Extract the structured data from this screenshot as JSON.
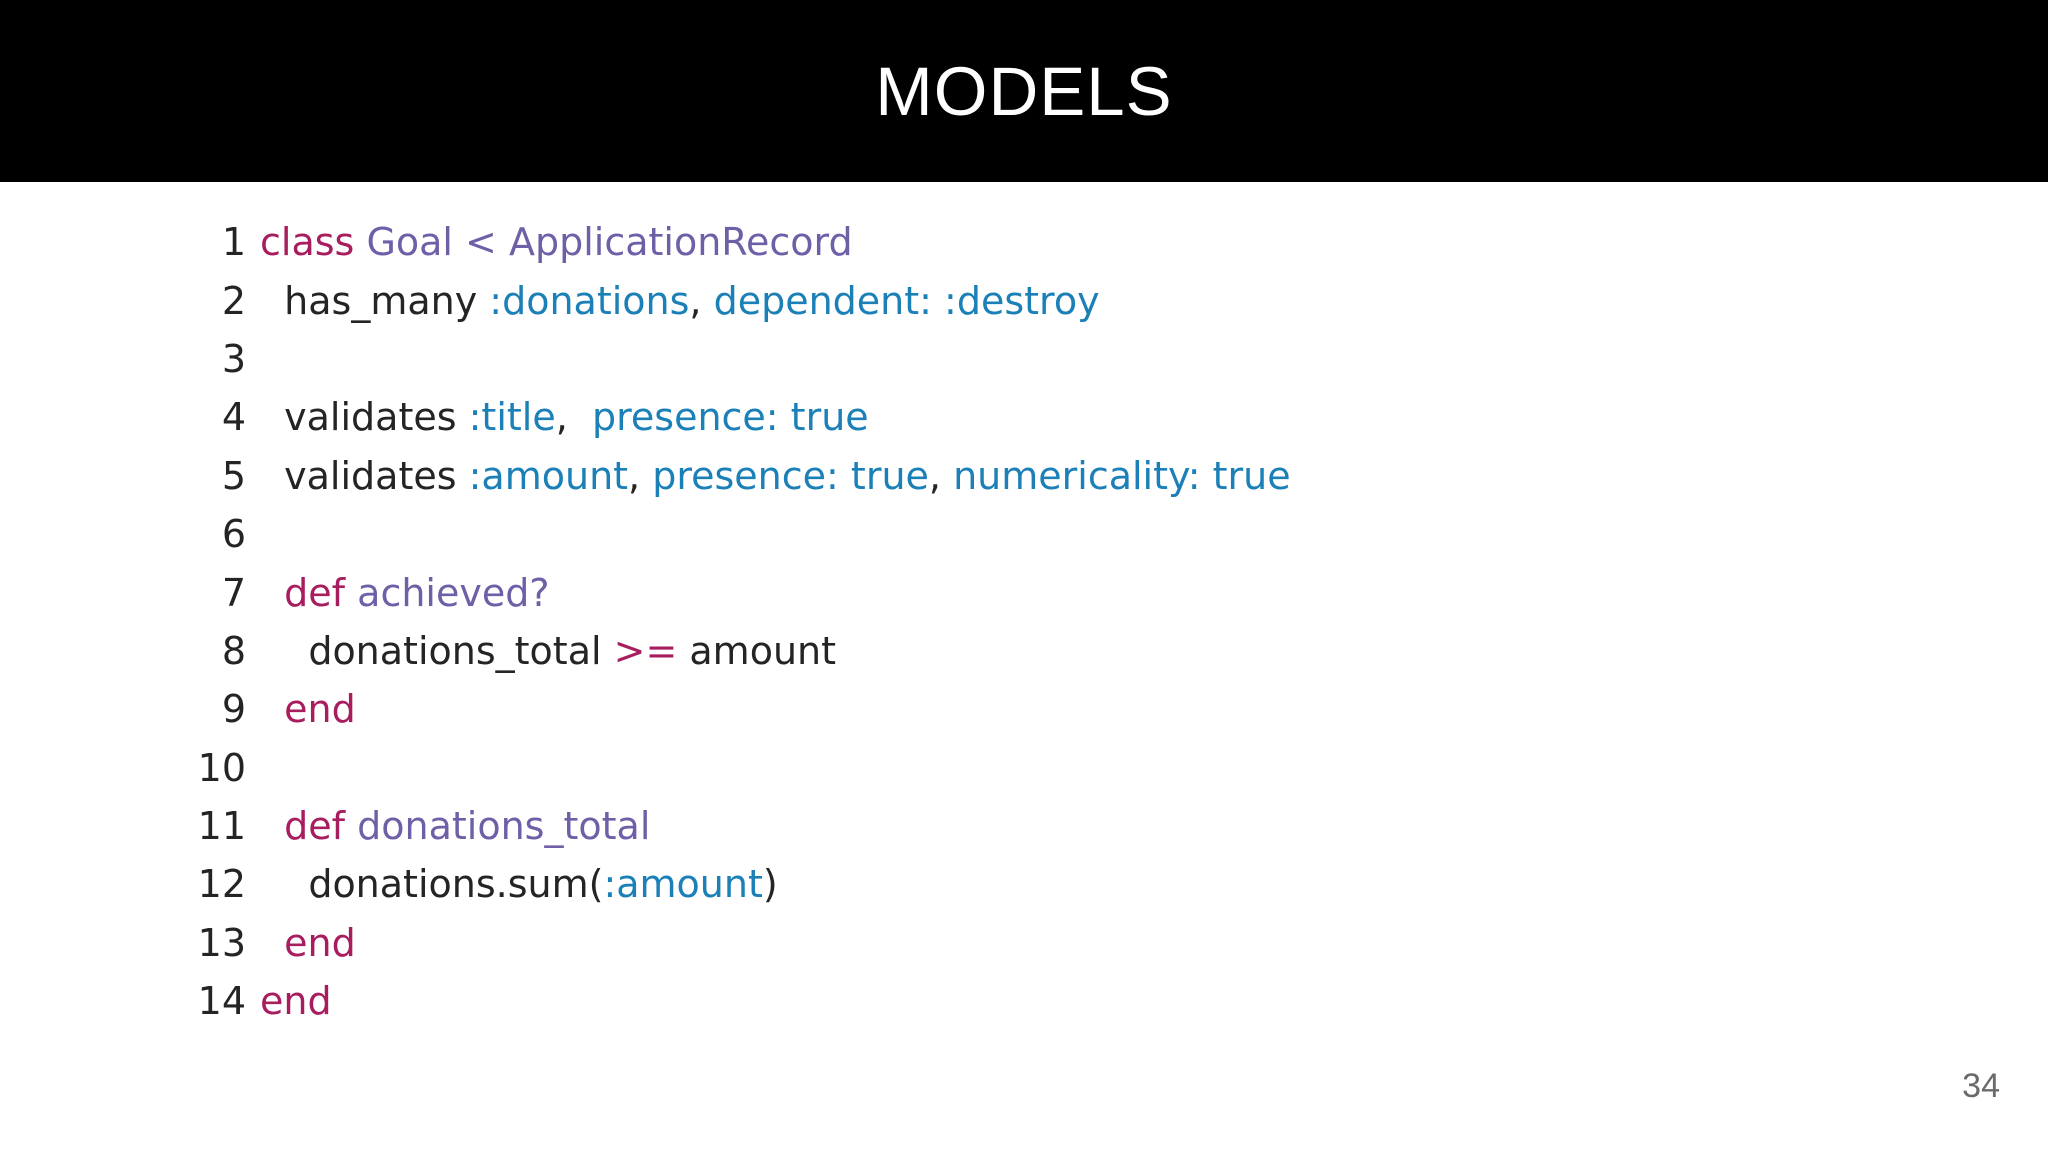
{
  "slide": {
    "title": "MODELS",
    "page_number": "34"
  },
  "colors": {
    "background": "#ffffff",
    "header_bg": "#000000",
    "title_text": "#ffffff",
    "keyword": "#a81d5e",
    "name": "#6f5fa7",
    "symbol": "#1b80b7",
    "plain": "#242424",
    "line_number": "#242424",
    "page_number": "#6a6a6a"
  },
  "code": {
    "language": "ruby",
    "lines": [
      {
        "number": "1",
        "tokens": [
          {
            "t": "class",
            "c": "keyword"
          },
          {
            "t": " ",
            "c": "plain"
          },
          {
            "t": "Goal < ApplicationRecord",
            "c": "name"
          }
        ]
      },
      {
        "number": "2",
        "tokens": [
          {
            "t": "  has_many ",
            "c": "plain"
          },
          {
            "t": ":donations",
            "c": "symbol"
          },
          {
            "t": ", ",
            "c": "plain"
          },
          {
            "t": "dependent: :destroy",
            "c": "symbol"
          }
        ]
      },
      {
        "number": "3",
        "tokens": []
      },
      {
        "number": "4",
        "tokens": [
          {
            "t": "  validates ",
            "c": "plain"
          },
          {
            "t": ":title",
            "c": "symbol"
          },
          {
            "t": ",  ",
            "c": "plain"
          },
          {
            "t": "presence: true",
            "c": "symbol"
          }
        ]
      },
      {
        "number": "5",
        "tokens": [
          {
            "t": "  validates ",
            "c": "plain"
          },
          {
            "t": ":amount",
            "c": "symbol"
          },
          {
            "t": ", ",
            "c": "plain"
          },
          {
            "t": "presence: true",
            "c": "symbol"
          },
          {
            "t": ", ",
            "c": "plain"
          },
          {
            "t": "numericality: true",
            "c": "symbol"
          }
        ]
      },
      {
        "number": "6",
        "tokens": []
      },
      {
        "number": "7",
        "tokens": [
          {
            "t": "  ",
            "c": "plain"
          },
          {
            "t": "def",
            "c": "keyword"
          },
          {
            "t": " ",
            "c": "plain"
          },
          {
            "t": "achieved?",
            "c": "name"
          }
        ]
      },
      {
        "number": "8",
        "tokens": [
          {
            "t": "    donations_total ",
            "c": "plain"
          },
          {
            "t": ">=",
            "c": "keyword"
          },
          {
            "t": " amount",
            "c": "plain"
          }
        ]
      },
      {
        "number": "9",
        "tokens": [
          {
            "t": "  ",
            "c": "plain"
          },
          {
            "t": "end",
            "c": "keyword"
          }
        ]
      },
      {
        "number": "10",
        "tokens": []
      },
      {
        "number": "11",
        "tokens": [
          {
            "t": "  ",
            "c": "plain"
          },
          {
            "t": "def",
            "c": "keyword"
          },
          {
            "t": " ",
            "c": "plain"
          },
          {
            "t": "donations_total",
            "c": "name"
          }
        ]
      },
      {
        "number": "12",
        "tokens": [
          {
            "t": "    donations.sum(",
            "c": "plain"
          },
          {
            "t": ":amount",
            "c": "symbol"
          },
          {
            "t": ")",
            "c": "plain"
          }
        ]
      },
      {
        "number": "13",
        "tokens": [
          {
            "t": "  ",
            "c": "plain"
          },
          {
            "t": "end",
            "c": "keyword"
          }
        ]
      },
      {
        "number": "14",
        "tokens": [
          {
            "t": "end",
            "c": "keyword"
          }
        ]
      }
    ]
  }
}
